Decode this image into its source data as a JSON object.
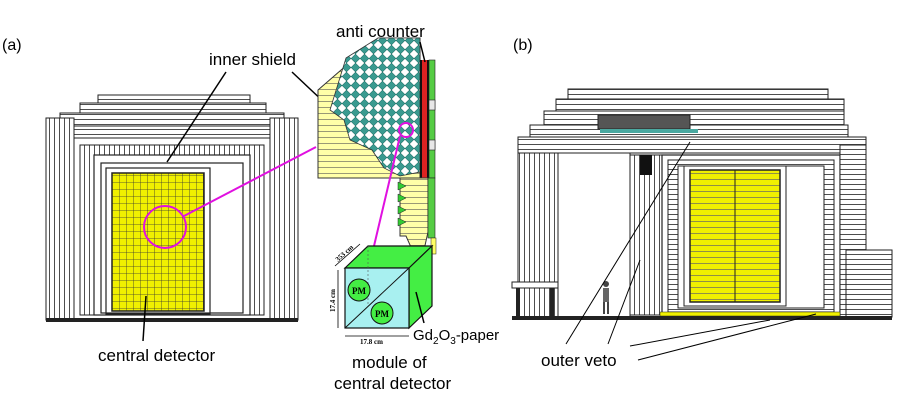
{
  "panel_a": {
    "tag": "(a)",
    "labels": {
      "inner_shield": "inner shield",
      "anti_counter": "anti counter",
      "central_detector": "central detector",
      "gd_paper_prefix": "Gd",
      "gd_paper_sub1": "2",
      "gd_paper_mid": "O",
      "gd_paper_sub2": "3",
      "gd_paper_suffix": "-paper",
      "module_line1": "module of",
      "module_line2": "central detector",
      "pm_top": "PM",
      "pm_bottom": "PM",
      "dim_depth": "353 cm",
      "dim_height": "17.4 cm",
      "dim_width": "17.8 cm"
    }
  },
  "panel_b": {
    "tag": "(b)",
    "labels": {
      "outer_veto": "outer veto"
    }
  },
  "colors": {
    "magenta": "#e010e0",
    "detector_yellow": "#f0f000",
    "shield_yellow": "#ffffa8",
    "teal": "#4aa8a0",
    "module_green": "#44ee44",
    "module_cyan": "#a8f0f0",
    "anti_red": "#dd2222"
  }
}
